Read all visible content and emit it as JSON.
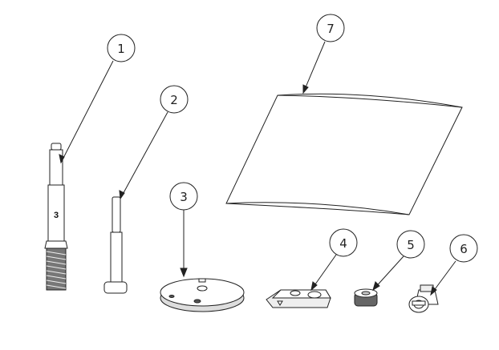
{
  "diagram": {
    "balloons": [
      {
        "id": "1",
        "label": "1"
      },
      {
        "id": "2",
        "label": "2"
      },
      {
        "id": "3",
        "label": "3"
      },
      {
        "id": "4",
        "label": "4"
      },
      {
        "id": "5",
        "label": "5"
      },
      {
        "id": "6",
        "label": "6"
      },
      {
        "id": "7",
        "label": "7"
      }
    ],
    "part_markings": {
      "shaft_number": "3"
    }
  }
}
